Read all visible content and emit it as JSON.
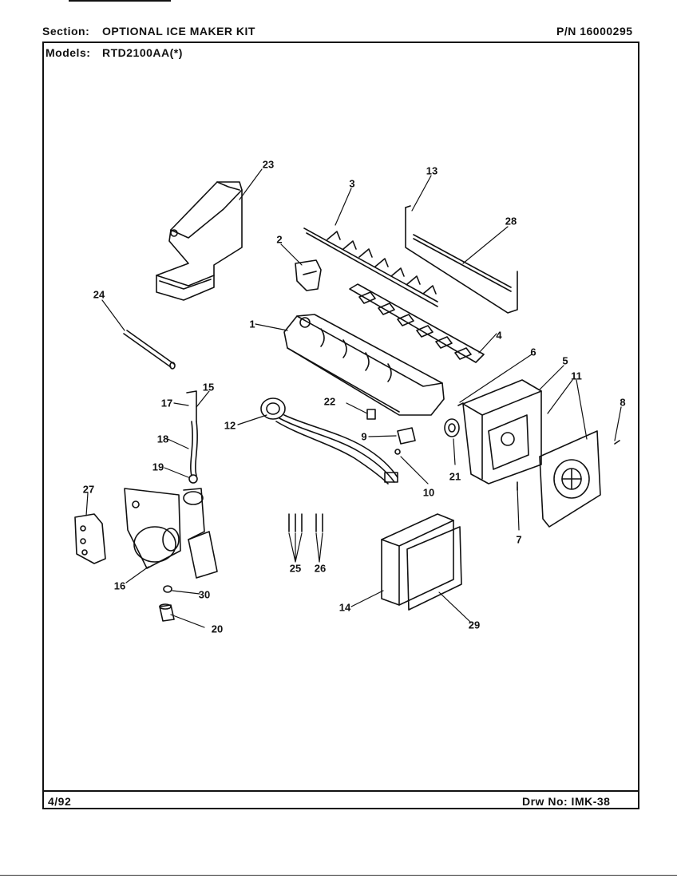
{
  "header": {
    "section_label": "Section:",
    "section_value": "OPTIONAL ICE MAKER KIT",
    "part_number": "P/N 16000295",
    "models_label": "Models:",
    "models_value": "RTD2100AA(*)"
  },
  "footer": {
    "date": "4/92",
    "drawing_number": "Drw No: IMK-38"
  },
  "callouts": {
    "c1": "1",
    "c2": "2",
    "c3": "3",
    "c4": "4",
    "c5": "5",
    "c6": "6",
    "c7": "7",
    "c8": "8",
    "c9": "9",
    "c10": "10",
    "c11": "11",
    "c12": "12",
    "c13": "13",
    "c14": "14",
    "c15": "15",
    "c16": "16",
    "c17": "17",
    "c18": "18",
    "c19": "19",
    "c20": "20",
    "c21": "21",
    "c22": "22",
    "c23": "23",
    "c24": "24",
    "c25": "25",
    "c26": "26",
    "c27": "27",
    "c28": "28",
    "c29": "29",
    "c30": "30"
  }
}
